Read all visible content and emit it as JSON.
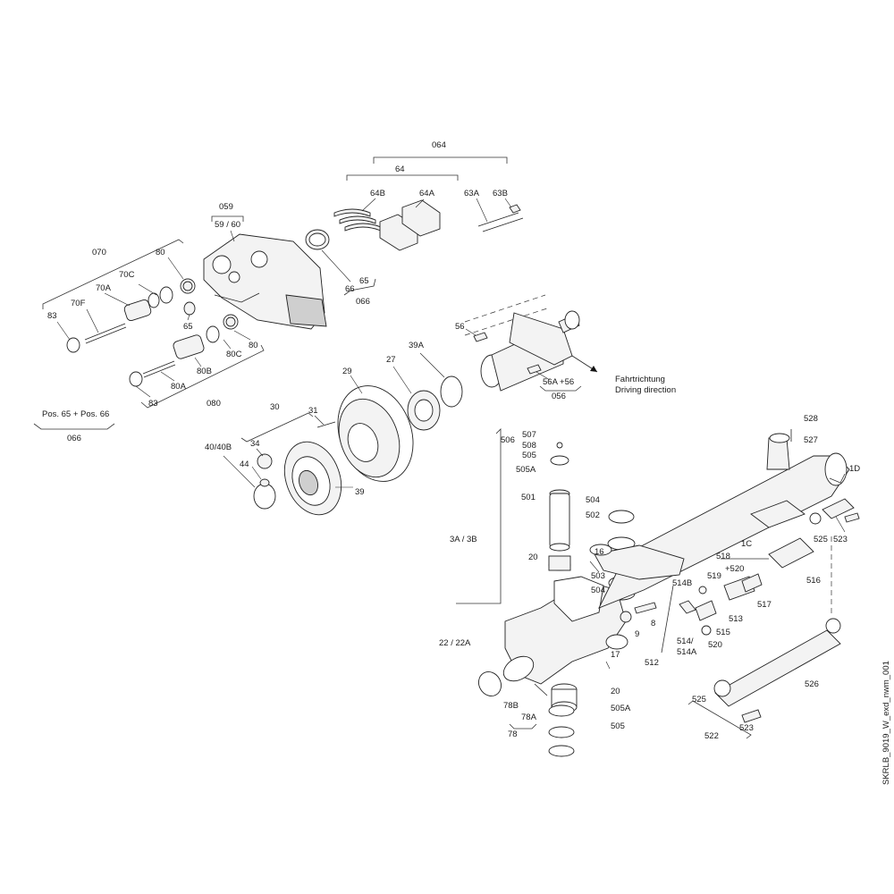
{
  "labels": {
    "l064": "064",
    "l64": "64",
    "l64B": "64B",
    "l64A": "64A",
    "l63A": "63A",
    "l63B": "63B",
    "l059": "059",
    "l5960": "59 / 60",
    "l070": "070",
    "l80a": "80",
    "l70C": "70C",
    "l70A": "70A",
    "l70F": "70F",
    "l83a": "83",
    "l65a": "65",
    "l80b": "80",
    "l80C": "80C",
    "l80B": "80B",
    "l80A": "80A",
    "l83b": "83",
    "l080": "080",
    "l66": "66",
    "l65b": "65",
    "l066a": "066",
    "l56": "56",
    "l56A56": "56A  +56",
    "l056": "056",
    "fahrt": "Fahrtrichtung",
    "driving": "Driving direction",
    "l39A": "39A",
    "l29": "29",
    "l27": "27",
    "l30": "30",
    "l31": "31",
    "l34": "34",
    "l4040B": "40/40B",
    "l44": "44",
    "l39": "39",
    "pos": "Pos. 65 + Pos. 66",
    "l066b": "066",
    "l528": "528",
    "l527": "527",
    "l1D": "1D",
    "l506": "506",
    "l507": "507",
    "l508": "508",
    "l505a": "505",
    "l505Aa": "505A",
    "l501": "501",
    "l504a": "504",
    "l502": "502",
    "l3A3B": "3A / 3B",
    "l16": "16",
    "l20a": "20",
    "l503": "503",
    "l504b": "504",
    "l525a": "525",
    "l523a": "523",
    "l1C": "1C",
    "l518": "518",
    "l520p": "+520",
    "l519": "519",
    "l514B": "514B",
    "l517": "517",
    "l516": "516",
    "l8": "8",
    "l9": "9",
    "l513": "513",
    "l515": "515",
    "l520": "520",
    "l514": "514/",
    "l514A": "514A",
    "l512": "512",
    "l2222A": "22 / 22A",
    "l17": "17",
    "l20b": "20",
    "l78B": "78B",
    "l78A": "78A",
    "l505Ab": "505A",
    "l78": "78",
    "l505b": "505",
    "l525b": "525",
    "l526": "526",
    "l523b": "523",
    "l522": "522",
    "drawing_id": "SKRLB_9019_W_exd_nwm_001"
  }
}
